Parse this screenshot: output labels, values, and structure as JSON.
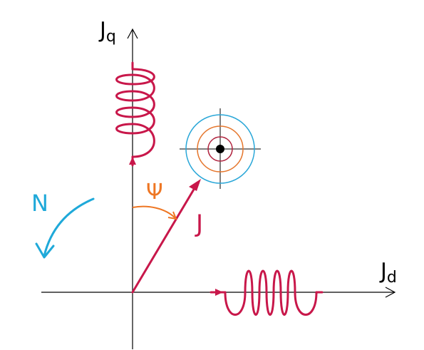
{
  "labels": {
    "jq_main": "J",
    "jq_sub": "q",
    "jd_main": "J",
    "jd_sub": "d",
    "current": "J",
    "angle": "Ψ",
    "rotation": "N"
  },
  "colors": {
    "axis": "#000000",
    "current": "#c8174a",
    "angle": "#ee7623",
    "rotation": "#1fa9d9",
    "ring_outer": "#2aa7d8",
    "ring_middle": "#e5762c",
    "ring_inner": "#b0233e",
    "center_dot": "#000000"
  },
  "icons": [
    "coil-vertical-icon",
    "coil-horizontal-icon",
    "field-target-icon",
    "rotation-arrow-icon"
  ]
}
